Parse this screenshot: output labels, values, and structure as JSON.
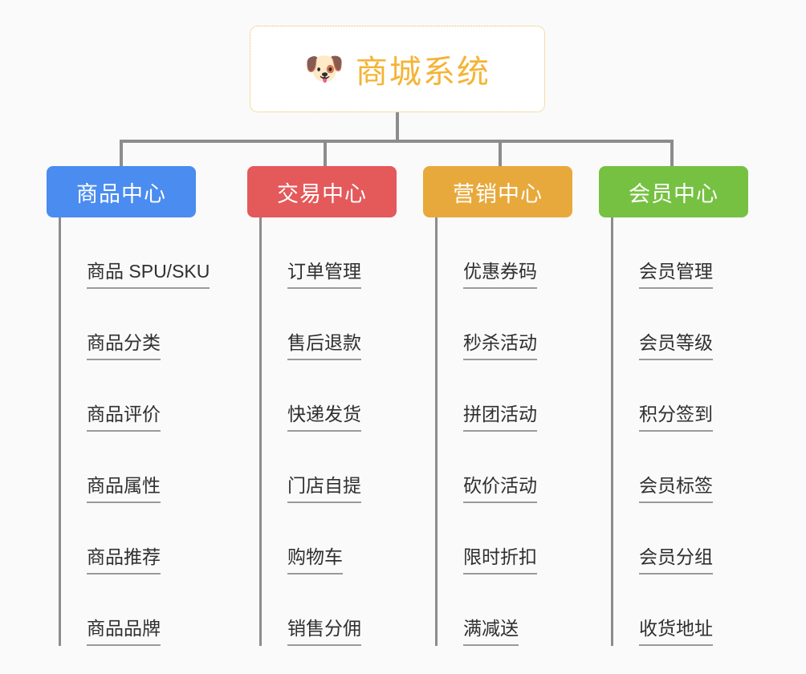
{
  "page": {
    "background_color": "#fafafa",
    "line_color": "#8c8c8c",
    "leaf_text_color": "#2f2f2f",
    "leaf_underline_color": "#9a9a9a"
  },
  "root": {
    "title": "商城系统",
    "icon": "shiba-dog-face-icon",
    "icon_glyph": "🐶",
    "text_color": "#f5b335",
    "border_color": "#f0b84a",
    "background_color": "#ffffff"
  },
  "columns": [
    {
      "id": "product-center",
      "header": "商品中心",
      "color": "#4a8cf0",
      "items": [
        "商品 SPU/SKU",
        "商品分类",
        "商品评价",
        "商品属性",
        "商品推荐",
        "商品品牌"
      ]
    },
    {
      "id": "trade-center",
      "header": "交易中心",
      "color": "#e4595a",
      "items": [
        "订单管理",
        "售后退款",
        "快递发货",
        "门店自提",
        "购物车",
        "销售分佣"
      ]
    },
    {
      "id": "marketing-center",
      "header": "营销中心",
      "color": "#e8a93c",
      "items": [
        "优惠券码",
        "秒杀活动",
        "拼团活动",
        "砍价活动",
        "限时折扣",
        "满减送"
      ]
    },
    {
      "id": "member-center",
      "header": "会员中心",
      "color": "#76c142",
      "items": [
        "会员管理",
        "会员等级",
        "积分签到",
        "会员标签",
        "会员分组",
        "收货地址"
      ]
    }
  ]
}
